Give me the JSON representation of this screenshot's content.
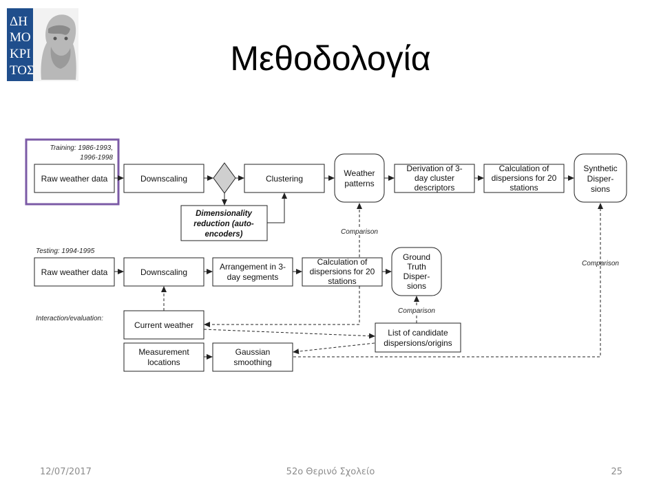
{
  "slide": {
    "title": "Μεθοδολογία",
    "logo_text": "ΔΗΜΟΚΡΙΤΟΣ",
    "accent_color": "#7b5aa6",
    "footer": {
      "date": "12/07/2017",
      "event": "52ο Θερινό Σχολείο",
      "page": "25"
    }
  },
  "diagram": {
    "section_labels": {
      "training": [
        "Training: 1986-1993,",
        "1996-1998"
      ],
      "testing": "Testing: 1994-1995",
      "interaction": "Interaction/evaluation:"
    },
    "training_nodes": {
      "raw": [
        "Raw weather data"
      ],
      "downscaling": [
        "Downscaling"
      ],
      "clustering": [
        "Clustering"
      ],
      "weather_patterns": [
        "Weather",
        "patterns"
      ],
      "derivation": [
        "Derivation of 3-",
        "day cluster",
        "descriptors"
      ],
      "calc": [
        "Calculation of",
        "dispersions for 20",
        "stations"
      ],
      "synthetic": [
        "Synthetic",
        "Disper-",
        "sions"
      ],
      "dimred": [
        "Dimensionality",
        "reduction (auto-",
        "encoders)"
      ]
    },
    "testing_nodes": {
      "raw": [
        "Raw weather data"
      ],
      "downscaling": [
        "Downscaling"
      ],
      "arrangement": [
        "Arrangement in 3-",
        "day segments"
      ],
      "calc": [
        "Calculation of",
        "dispersions for 20",
        "stations"
      ],
      "ground_truth": [
        "Ground",
        "Truth",
        "Disper-",
        "sions"
      ]
    },
    "interaction_nodes": {
      "current_weather": [
        "Current weather"
      ],
      "candidates": [
        "List of candidate",
        "dispersions/origins"
      ],
      "measurement": [
        "Measurement",
        "locations"
      ],
      "gaussian": [
        "Gaussian",
        "smoothing"
      ]
    },
    "edge_labels": {
      "comparison_weather": "Comparison",
      "comparison_synthetic": "Comparison",
      "comparison_ground": "Comparison"
    }
  }
}
